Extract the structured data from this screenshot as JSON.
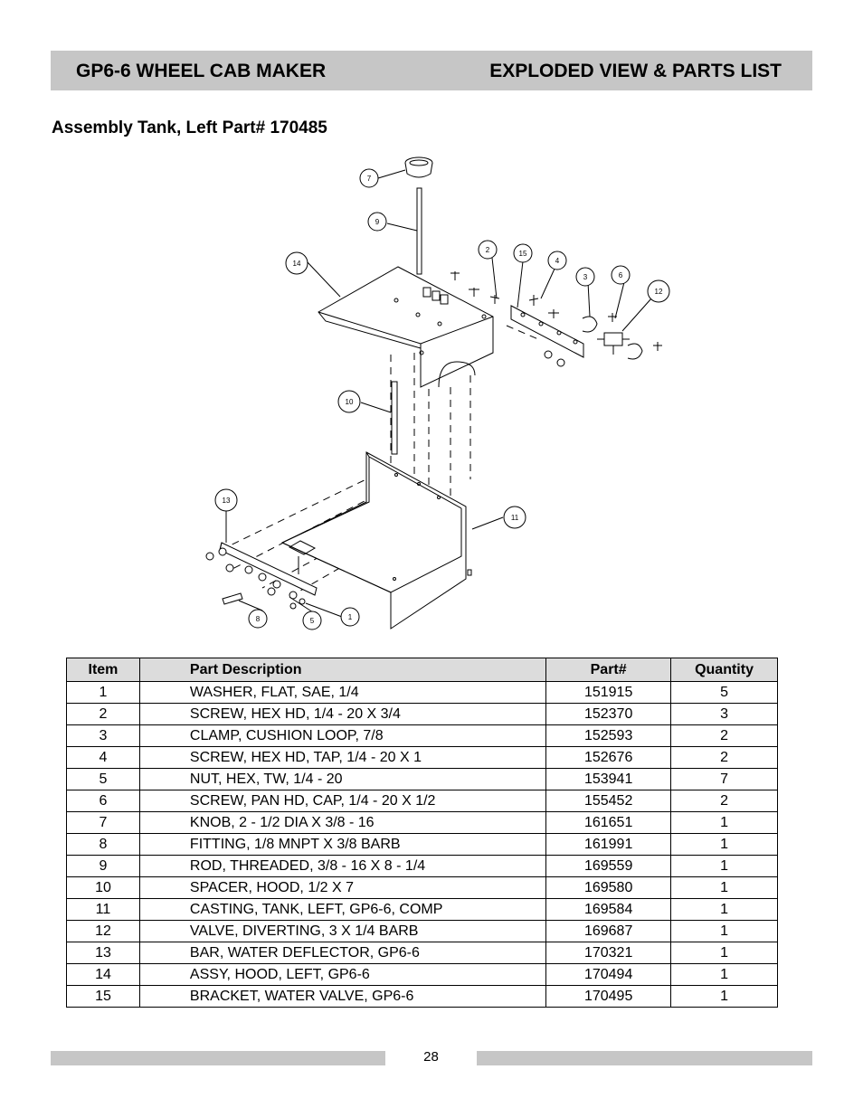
{
  "header": {
    "left_title": "GP6-6 WHEEL CAB MAKER",
    "right_title": "EXPLODED VIEW & PARTS LIST"
  },
  "section_title": "Assembly Tank, Left Part# 170485",
  "diagram": {
    "callouts": [
      "7",
      "9",
      "14",
      "2",
      "15",
      "4",
      "3",
      "6",
      "12",
      "10",
      "13",
      "11",
      "8",
      "5",
      "1"
    ]
  },
  "table": {
    "headers": {
      "item": "Item",
      "description": "Part Description",
      "part": "Part#",
      "quantity": "Quantity"
    },
    "rows": [
      {
        "item": "1",
        "description": "WASHER, FLAT, SAE, 1/4",
        "part": "151915",
        "quantity": "5"
      },
      {
        "item": "2",
        "description": "SCREW, HEX HD, 1/4 - 20 X 3/4",
        "part": "152370",
        "quantity": "3"
      },
      {
        "item": "3",
        "description": "CLAMP, CUSHION LOOP, 7/8",
        "part": "152593",
        "quantity": "2"
      },
      {
        "item": "4",
        "description": "SCREW, HEX HD, TAP, 1/4 - 20 X 1",
        "part": "152676",
        "quantity": "2"
      },
      {
        "item": "5",
        "description": "NUT, HEX, TW, 1/4 - 20",
        "part": "153941",
        "quantity": "7"
      },
      {
        "item": "6",
        "description": "SCREW, PAN HD, CAP, 1/4 - 20 X 1/2",
        "part": "155452",
        "quantity": "2"
      },
      {
        "item": "7",
        "description": "KNOB, 2 - 1/2 DIA X 3/8 - 16",
        "part": "161651",
        "quantity": "1"
      },
      {
        "item": "8",
        "description": "FITTING, 1/8 MNPT X 3/8 BARB",
        "part": "161991",
        "quantity": "1"
      },
      {
        "item": "9",
        "description": "ROD, THREADED, 3/8 - 16 X 8 - 1/4",
        "part": "169559",
        "quantity": "1"
      },
      {
        "item": "10",
        "description": "SPACER, HOOD, 1/2 X 7",
        "part": "169580",
        "quantity": "1"
      },
      {
        "item": "11",
        "description": "CASTING, TANK, LEFT, GP6-6, COMP",
        "part": "169584",
        "quantity": "1"
      },
      {
        "item": "12",
        "description": "VALVE, DIVERTING, 3 X 1/4 BARB",
        "part": "169687",
        "quantity": "1"
      },
      {
        "item": "13",
        "description": "BAR, WATER DEFLECTOR, GP6-6",
        "part": "170321",
        "quantity": "1"
      },
      {
        "item": "14",
        "description": "ASSY, HOOD, LEFT, GP6-6",
        "part": "170494",
        "quantity": "1"
      },
      {
        "item": "15",
        "description": "BRACKET, WATER VALVE, GP6-6",
        "part": "170495",
        "quantity": "1"
      }
    ]
  },
  "footer": {
    "page_number": "28"
  }
}
